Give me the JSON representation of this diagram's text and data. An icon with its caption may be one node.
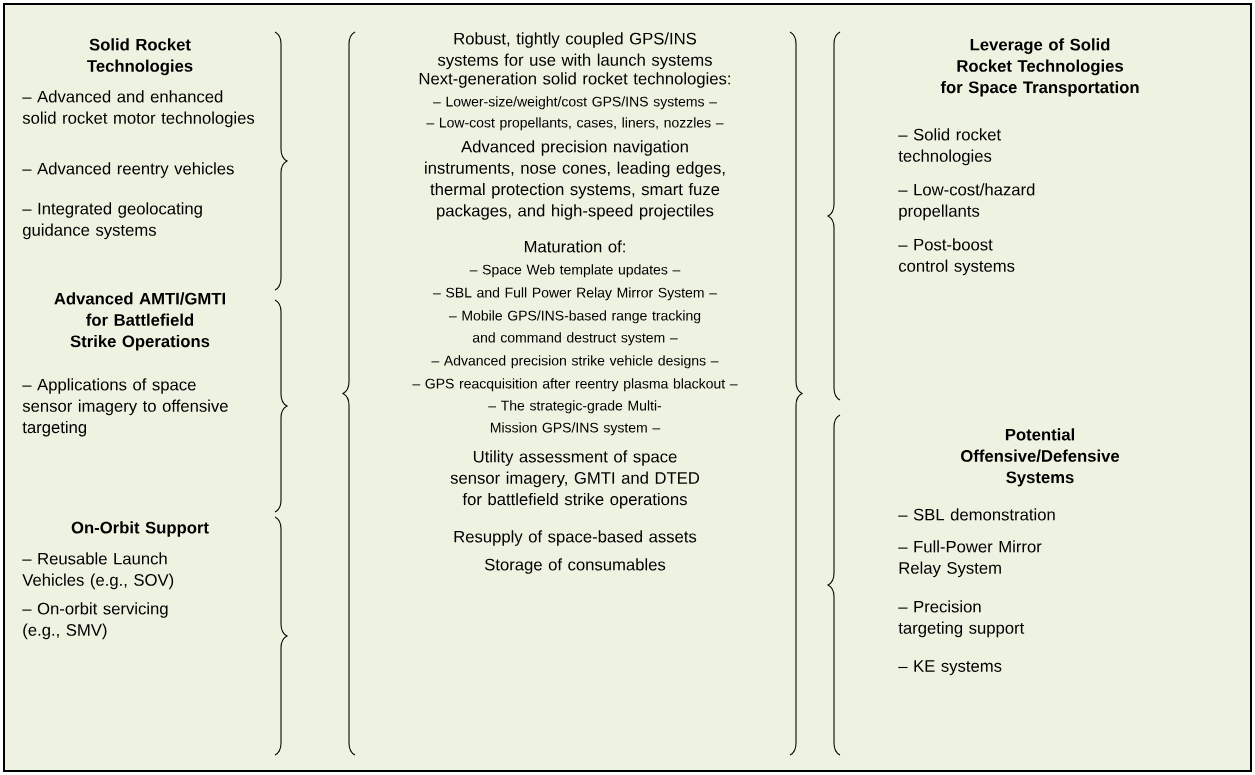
{
  "diagram": {
    "labels": [
      "Solid Rocket Technologies",
      "– Advanced and enhanced solid rocket motor technologies",
      "– Advanced reentry vehicles",
      "– Integrated geolocating guidance systems",
      "Advanced AMTI/GMTI for Battlefield Strike Operations",
      "– Applications of space sensor imagery to offensive targeting",
      "On-Orbit Support",
      "– Reusable Launch Vehicles (e.g., SOV)",
      "– On-orbit servicing (e.g., SMV)",
      "Robust, tightly coupled GPS/INS systems for use with launch systems",
      "Next-generation solid rocket technologies:",
      "– Lower-size/weight/cost GPS/INS systems –",
      "– Low-cost propellants, cases, liners, nozzles –",
      "Advanced precision navigation instruments, nose cones, leading edges, thermal protection systems, smart fuze packages, and high-speed projectiles",
      "Maturation of:",
      "– Space Web template updates –",
      "– SBL and Full Power Relay Mirror System –",
      "– Mobile GPS/INS-based range tracking and command destruct system –",
      "– Advanced precision strike vehicle designs –",
      "– GPS reacquisition after reentry plasma blackout –",
      "– The strategic-grade Multi-Mission GPS/INS system –",
      "Utility assessment of space sensor imagery, GMTI and DTED for battlefield strike operations",
      "Resupply of space-based assets",
      "Storage of consumables",
      "Leverage of Solid Rocket Technologies for Space Transportation",
      "– Solid rocket technologies",
      "– Low-cost/hazard propellants",
      "– Post-boost control systems",
      "Potential Offensive/Defensive Systems",
      "– SBL demonstration",
      "– Full-Power Mirror Relay System",
      "– Precision targeting support",
      "– KE systems"
    ]
  }
}
